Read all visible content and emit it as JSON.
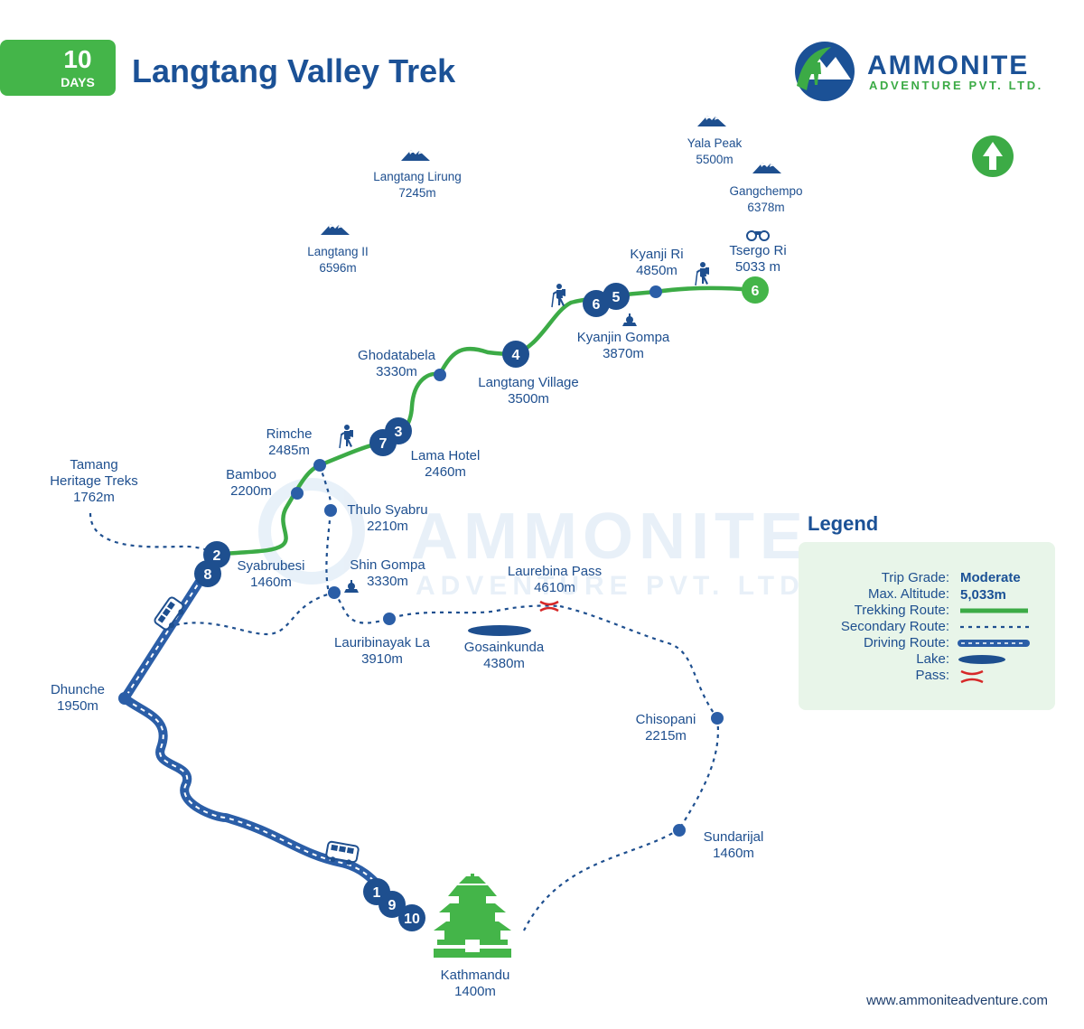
{
  "header": {
    "days_number": "10",
    "days_label": "DAYS",
    "title": "Langtang Valley Trek"
  },
  "brand": {
    "name": "AMMONITE",
    "sub": "ADVENTURE PVT. LTD.",
    "watermark": "AMMONITE",
    "watermark_sub": "ADVENTURE PVT. LTD"
  },
  "colors": {
    "primary_blue": "#1b5196",
    "node_blue": "#1e4f8f",
    "trek_green": "#3cab46",
    "badge_green": "#44b549",
    "legend_bg": "#e8f5e9"
  },
  "icons": [
    "mountain-icon",
    "hiker-icon",
    "binoculars-icon",
    "bus-icon",
    "stupa-icon",
    "pass-icon",
    "north-arrow-icon",
    "pagoda-icon"
  ],
  "peaks": {
    "langtang_lirung": {
      "name": "Langtang Lirung",
      "alt": "7245m"
    },
    "langtang_ii": {
      "name": "Langtang II",
      "alt": "6596m"
    },
    "yala_peak": {
      "name": "Yala Peak",
      "alt": "5500m"
    },
    "gangchempo": {
      "name": "Gangchempo",
      "alt": "6378m"
    }
  },
  "places": {
    "tsergo_ri": {
      "name": "Tsergo Ri",
      "alt": "5033 m"
    },
    "kyanji_ri": {
      "name": "Kyanji Ri",
      "alt": "4850m"
    },
    "kyanjin_gompa": {
      "name": "Kyanjin Gompa",
      "alt": "3870m"
    },
    "langtang_village": {
      "name": "Langtang Village",
      "alt": "3500m"
    },
    "ghodatabela": {
      "name": "Ghodatabela",
      "alt": "3330m"
    },
    "lama_hotel": {
      "name": "Lama Hotel",
      "alt": "2460m"
    },
    "rimche": {
      "name": "Rimche",
      "alt": "2485m"
    },
    "bamboo": {
      "name": "Bamboo",
      "alt": "2200m"
    },
    "tamang": {
      "name1": "Tamang",
      "name2": "Heritage Treks",
      "alt": "1762m"
    },
    "thulo_syabru": {
      "name": "Thulo Syabru",
      "alt": "2210m"
    },
    "syabrubesi": {
      "name": "Syabrubesi",
      "alt": "1460m"
    },
    "shin_gompa": {
      "name": "Shin Gompa",
      "alt": "3330m"
    },
    "laurebina_pass": {
      "name": "Laurebina Pass",
      "alt": "4610m"
    },
    "lauribinayak_la": {
      "name": "Lauribinayak La",
      "alt": "3910m"
    },
    "gosainkunda": {
      "name": "Gosainkunda",
      "alt": "4380m"
    },
    "dhunche": {
      "name": "Dhunche",
      "alt": "1950m"
    },
    "chisopani": {
      "name": "Chisopani",
      "alt": "2215m"
    },
    "sundarijal": {
      "name": "Sundarijal",
      "alt": "1460m"
    },
    "kathmandu": {
      "name": "Kathmandu",
      "alt": "1400m"
    }
  },
  "day_markers": [
    "1",
    "2",
    "3",
    "4",
    "5",
    "6",
    "6",
    "7",
    "8",
    "9",
    "10"
  ],
  "legend": {
    "title": "Legend",
    "trip_grade_label": "Trip Grade:",
    "trip_grade_value": "Moderate",
    "max_alt_label": "Max. Altitude:",
    "max_alt_value": "5,033m",
    "trekking_label": "Trekking Route:",
    "secondary_label": "Secondary Route:",
    "driving_label": "Driving Route:",
    "lake_label": "Lake:",
    "pass_label": "Pass:"
  },
  "footer": {
    "url": "www.ammoniteadventure.com"
  }
}
